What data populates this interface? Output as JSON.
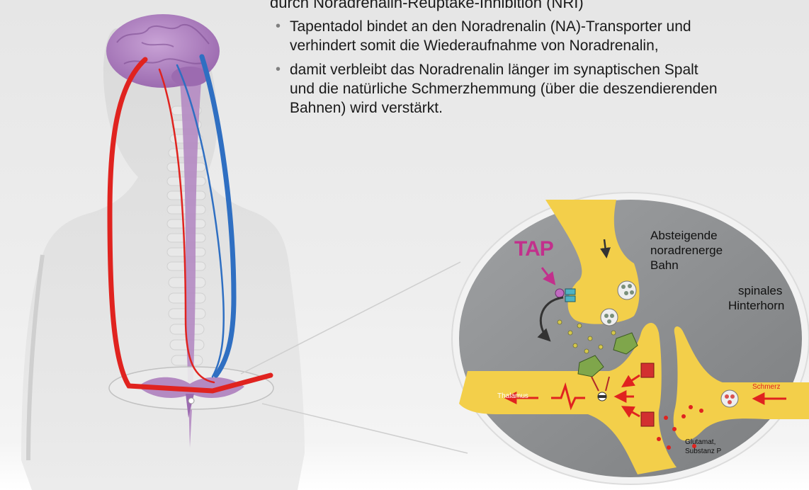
{
  "slide": {
    "heading": "durch Noradrenalin-Reuptake-Inhibition (NRI)",
    "bullets": [
      {
        "lines": [
          "Tapentadol bindet an den Noradrenalin (NA)-Transporter und",
          "verhindert somit die Wiederaufnahme von Noradrenalin,"
        ]
      },
      {
        "lines": [
          "damit verbleibt das Noradrenalin länger im synaptischen Spalt",
          "und die natürliche Schmerzhemmung (über die deszendierenden",
          "Bahnen) wird verstärkt."
        ]
      }
    ]
  },
  "synapse_labels": {
    "drug": "TAP",
    "pathway": [
      "Absteigende",
      "noradrenerge",
      "Bahn"
    ],
    "region": [
      "spinales",
      "Hinterhorn"
    ],
    "output": "Thalamus",
    "input": "Schmerz",
    "transmitters": [
      "Glutamat,",
      "Substanz P"
    ]
  },
  "colors": {
    "ascending_pathway": "#e0231f",
    "descending_pathway": "#2f6fc2",
    "neuron_fill": "#f3cf4a",
    "synapse_background": "#8a8c8e",
    "brain": "#b48ac2",
    "label_red": "#e0231f"
  },
  "icons": [
    "brain-illustration",
    "spinal-cord-illustration",
    "synapse-magnifier",
    "arrow-icon"
  ]
}
